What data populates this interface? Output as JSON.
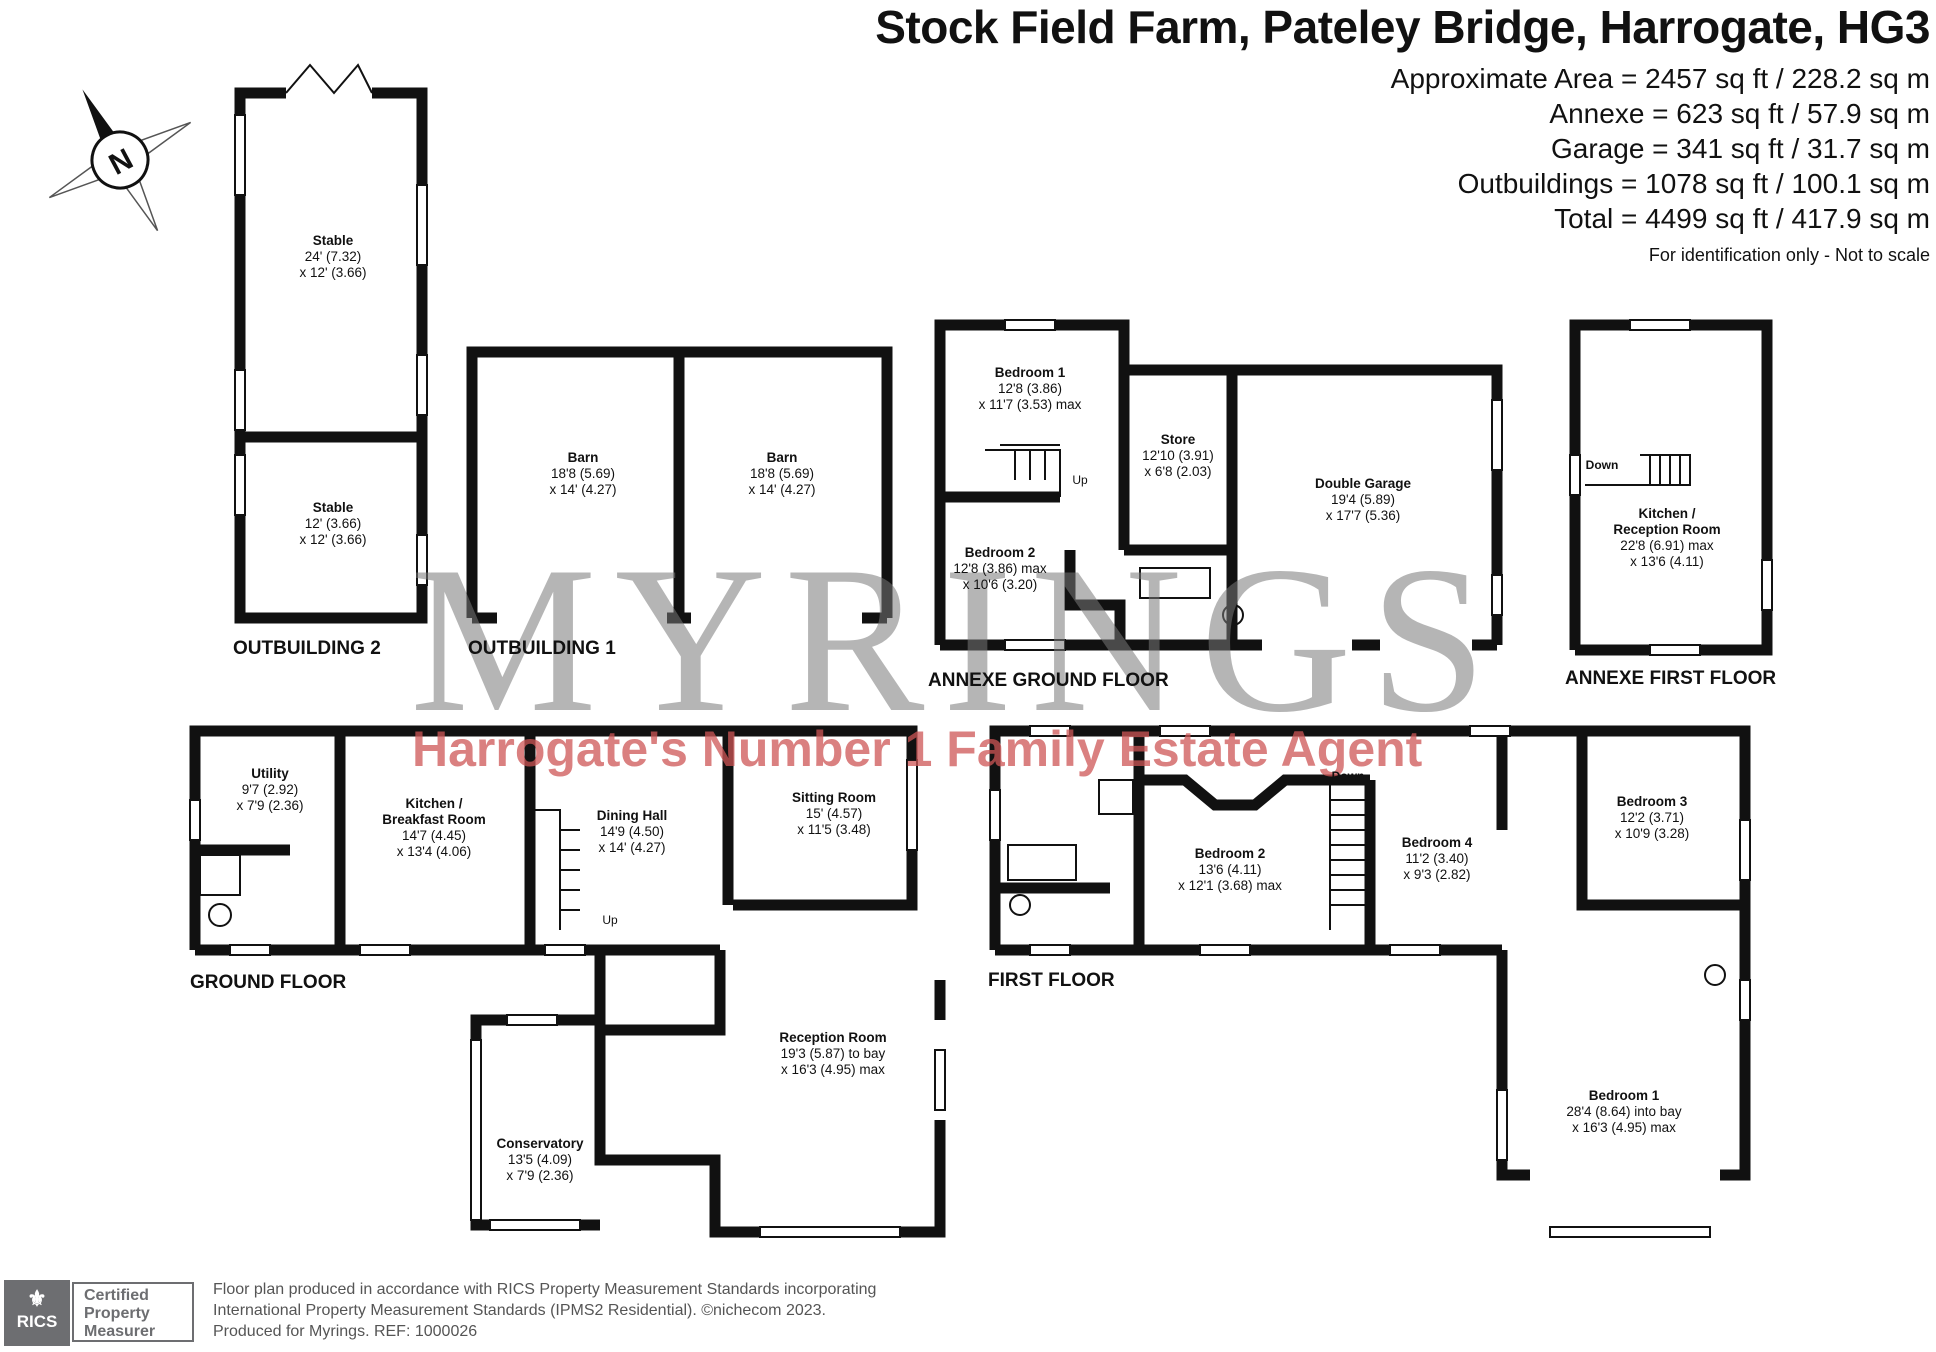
{
  "header": {
    "title": "Stock Field Farm, Pateley Bridge, Harrogate, HG3",
    "areas": [
      "Approximate Area = 2457 sq ft / 228.2 sq m",
      "Annexe = 623 sq ft / 57.9 sq m",
      "Garage = 341 sq ft / 31.7 sq m",
      "Outbuildings = 1078 sq ft / 100.1 sq m",
      "Total = 4499 sq ft / 417.9 sq m"
    ],
    "note": "For identification only - Not to scale"
  },
  "compass": {
    "letter": "N"
  },
  "floors": {
    "outbuilding2": "OUTBUILDING 2",
    "outbuilding1": "OUTBUILDING 1",
    "annexe_ground": "ANNEXE GROUND FLOOR",
    "annexe_first": "ANNEXE FIRST FLOOR",
    "ground": "GROUND FLOOR",
    "first": "FIRST FLOOR"
  },
  "rooms": {
    "stable_large": {
      "name": "Stable",
      "dims": [
        "24' (7.32)",
        "x 12' (3.66)"
      ]
    },
    "stable_small": {
      "name": "Stable",
      "dims": [
        "12' (3.66)",
        "x 12' (3.66)"
      ]
    },
    "barn_left": {
      "name": "Barn",
      "dims": [
        "18'8 (5.69)",
        "x 14' (4.27)"
      ]
    },
    "barn_right": {
      "name": "Barn",
      "dims": [
        "18'8 (5.69)",
        "x 14' (4.27)"
      ]
    },
    "annexe_bed1": {
      "name": "Bedroom 1",
      "dims": [
        "12'8 (3.86)",
        "x 11'7 (3.53) max"
      ]
    },
    "annexe_bed2": {
      "name": "Bedroom 2",
      "dims": [
        "12'8 (3.86) max",
        "x 10'6 (3.20)"
      ]
    },
    "store": {
      "name": "Store",
      "dims": [
        "12'10 (3.91)",
        "x 6'8 (2.03)"
      ]
    },
    "garage": {
      "name": "Double Garage",
      "dims": [
        "19'4 (5.89)",
        "x 17'7 (5.36)"
      ]
    },
    "annexe_kitchen": {
      "name": "Kitchen /",
      "name2": "Reception Room",
      "dims": [
        "22'8 (6.91) max",
        "x 13'6 (4.11)"
      ]
    },
    "utility": {
      "name": "Utility",
      "dims": [
        "9'7 (2.92)",
        "x 7'9 (2.36)"
      ]
    },
    "kitchen": {
      "name": "Kitchen /",
      "name2": "Breakfast Room",
      "dims": [
        "14'7 (4.45)",
        "x 13'4 (4.06)"
      ]
    },
    "dining": {
      "name": "Dining Hall",
      "dims": [
        "14'9 (4.50)",
        "x 14' (4.27)"
      ]
    },
    "sitting": {
      "name": "Sitting Room",
      "dims": [
        "15' (4.57)",
        "x 11'5 (3.48)"
      ]
    },
    "reception": {
      "name": "Reception Room",
      "dims": [
        "19'3 (5.87) to bay",
        "x 16'3 (4.95) max"
      ]
    },
    "conservatory": {
      "name": "Conservatory",
      "dims": [
        "13'5 (4.09)",
        "x 7'9 (2.36)"
      ]
    },
    "first_bed2": {
      "name": "Bedroom 2",
      "dims": [
        "13'6 (4.11)",
        "x 12'1 (3.68) max"
      ]
    },
    "first_bed4": {
      "name": "Bedroom 4",
      "dims": [
        "11'2 (3.40)",
        "x 9'3 (2.82)"
      ]
    },
    "first_bed3": {
      "name": "Bedroom 3",
      "dims": [
        "12'2 (3.71)",
        "x 10'9 (3.28)"
      ]
    },
    "first_bed1": {
      "name": "Bedroom 1",
      "dims": [
        "28'4 (8.64) into bay",
        "x 16'3 (4.95) max"
      ]
    }
  },
  "stairs": {
    "up": "Up",
    "down": "Down"
  },
  "watermark": {
    "brand": "MYRINGS",
    "tagline": "Harrogate's Number 1 Family Estate Agent"
  },
  "footer": {
    "lines": [
      "Floor plan produced in accordance with RICS Property Measurement Standards incorporating",
      "International Property Measurement Standards (IPMS2 Residential).  ©nichecom 2023.",
      "Produced for Myrings.   REF:  1000026"
    ]
  },
  "rics": {
    "logo": "RICS",
    "badge": [
      "Certified",
      "Property",
      "Measurer"
    ]
  },
  "colors": {
    "wall": "#111111",
    "watermark_brand": "#7a7a7a",
    "watermark_tagline": "#cd5555",
    "rics": "#6d6e71"
  }
}
